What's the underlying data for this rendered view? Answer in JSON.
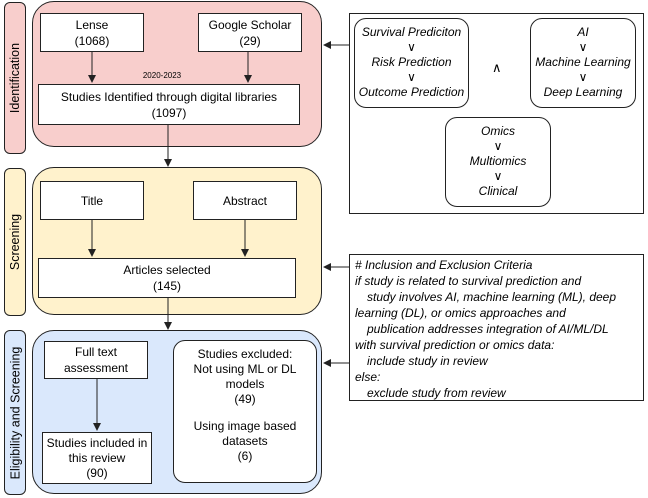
{
  "sections": {
    "identification": "Identification",
    "screening": "Screening",
    "eligibility": "Eligibility and Screening"
  },
  "identification": {
    "lense": "Lense\n(1068)",
    "google_scholar": "Google Scholar\n(29)",
    "date_range": "2020-2023",
    "studies_identified": "Studies Identified through digital libraries\n(1097)"
  },
  "screening": {
    "title": "Title",
    "abstract": "Abstract",
    "articles_selected": "Articles selected\n(145)"
  },
  "eligibility": {
    "full_text": "Full text\nassessment",
    "included": "Studies included in\nthis review\n(90)",
    "excluded_heading": "Studies excluded:",
    "excluded_reason_1": "Not using ML or DL\nmodels\n(49)",
    "excluded_reason_2": "Using image based\ndatasets\n(6)"
  },
  "search_terms": {
    "group1": [
      "Survival Prediciton",
      "∨",
      "Risk Prediction",
      "∨",
      "Outcome Prediction"
    ],
    "and_symbol": "∧",
    "group2": [
      "AI",
      "∨",
      "Machine Learning",
      "∨",
      "Deep Learning"
    ],
    "group3": [
      "Omics",
      "∨",
      "Multiomics",
      "∨",
      "Clinical"
    ]
  },
  "criteria": {
    "lines": [
      "# Inclusion and Exclusion Criteria",
      "if study is related to survival prediction and",
      "    study involves AI, machine learning (ML), deep",
      "    learning (DL), or omics approaches and",
      "    publication addresses integration of AI/ML/DL",
      "with survival prediction or omics data:",
      "    include study in review",
      "else:",
      "    exclude study from review"
    ]
  },
  "colors": {
    "identification_fill": "#f8cecc",
    "screening_fill": "#fff2cc",
    "eligibility_fill": "#dae8fc"
  }
}
